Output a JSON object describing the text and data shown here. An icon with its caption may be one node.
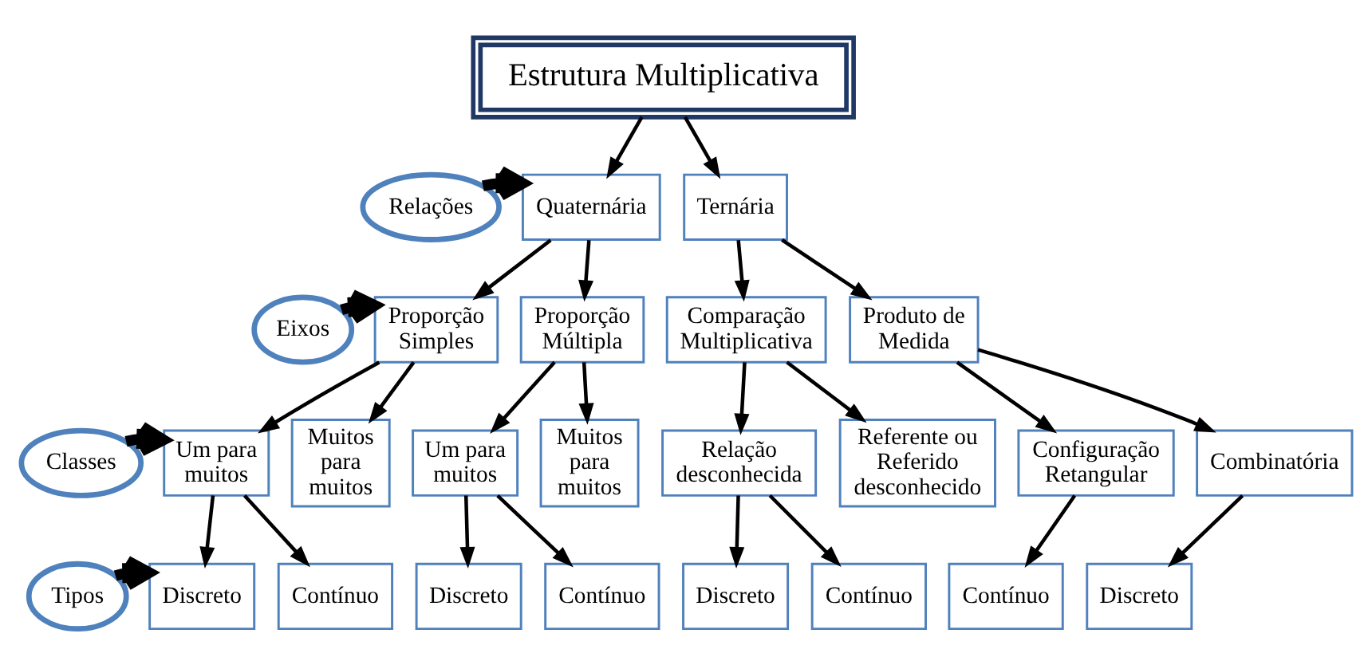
{
  "diagram": {
    "nodes": [
      {
        "text": [
          "Estrutura Multiplicativa"
        ]
      },
      {
        "text": [
          "Relações"
        ]
      },
      {
        "text": [
          "Quaternária"
        ]
      },
      {
        "text": [
          "Ternária"
        ]
      },
      {
        "text": [
          "Eixos"
        ]
      },
      {
        "text": [
          "Proporção Simples"
        ]
      },
      {
        "text": [
          "Proporção Múltipla"
        ]
      },
      {
        "text": [
          "Comparação Multiplicativa"
        ]
      },
      {
        "text": [
          "Produto de Medida"
        ]
      },
      {
        "text": [
          "Classes"
        ]
      },
      {
        "text": [
          "Um para muitos"
        ]
      },
      {
        "text": [
          "Muitos para muitos"
        ]
      },
      {
        "text": [
          "Um para muitos"
        ]
      },
      {
        "text": [
          "Muitos para muitos"
        ]
      },
      {
        "text": [
          "Relação desconhecida"
        ]
      },
      {
        "text": [
          "Referente ou Referido desconhecido"
        ]
      },
      {
        "text": [
          "Configuração Retangular"
        ]
      },
      {
        "text": [
          "Combinatória"
        ]
      },
      {
        "text": [
          "Tipos"
        ]
      },
      {
        "text": [
          "Discreto"
        ]
      },
      {
        "text": [
          "Contínuo"
        ]
      },
      {
        "text": [
          "Discreto"
        ]
      },
      {
        "text": [
          "Contínuo"
        ]
      },
      {
        "text": [
          "Discreto"
        ]
      },
      {
        "text": [
          "Contínuo"
        ]
      },
      {
        "text": [
          "Contínuo"
        ]
      },
      {
        "text": [
          "Discreto"
        ]
      }
    ],
    "edges": [
      {
        "from": 0,
        "to": 2,
        "arrow": "to"
      },
      {
        "from": 0,
        "to": 3,
        "arrow": "to"
      },
      {
        "from": 1,
        "to": 2,
        "arrow": "to",
        "style": "thick"
      },
      {
        "from": 2,
        "to": 5,
        "arrow": "to"
      },
      {
        "from": 2,
        "to": 6,
        "arrow": "to"
      },
      {
        "from": 3,
        "to": 7,
        "arrow": "to"
      },
      {
        "from": 3,
        "to": 8,
        "arrow": "to"
      },
      {
        "from": 4,
        "to": 5,
        "arrow": "to",
        "style": "thick"
      },
      {
        "from": 5,
        "to": 10,
        "arrow": "to"
      },
      {
        "from": 5,
        "to": 11,
        "arrow": "to"
      },
      {
        "from": 6,
        "to": 12,
        "arrow": "to"
      },
      {
        "from": 6,
        "to": 13,
        "arrow": "to"
      },
      {
        "from": 7,
        "to": 14,
        "arrow": "to"
      },
      {
        "from": 7,
        "to": 15,
        "arrow": "to"
      },
      {
        "from": 8,
        "to": 16,
        "arrow": "to"
      },
      {
        "from": 8,
        "to": 17,
        "arrow": "to"
      },
      {
        "from": 9,
        "to": 10,
        "arrow": "to",
        "style": "thick"
      },
      {
        "from": 10,
        "to": 19,
        "arrow": "to"
      },
      {
        "from": 10,
        "to": 20,
        "arrow": "to"
      },
      {
        "from": 12,
        "to": 21,
        "arrow": "to"
      },
      {
        "from": 12,
        "to": 22,
        "arrow": "to"
      },
      {
        "from": 14,
        "to": 23,
        "arrow": "to"
      },
      {
        "from": 14,
        "to": 24,
        "arrow": "to"
      },
      {
        "from": 16,
        "to": 25,
        "arrow": "to"
      },
      {
        "from": 17,
        "to": 26,
        "arrow": "to"
      },
      {
        "from": 18,
        "to": 19,
        "arrow": "to",
        "style": "thick"
      }
    ]
  }
}
